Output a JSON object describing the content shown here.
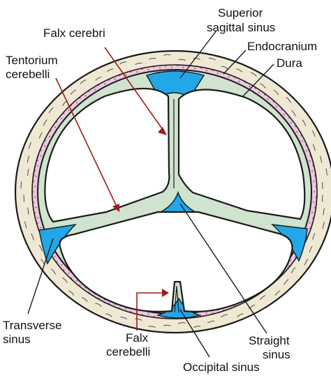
{
  "labels": {
    "superior_sagittal_sinus": [
      "Superior",
      "sagittal sinus"
    ],
    "falx_cerebri": "Falx cerebri",
    "endocranium": "Endocranium",
    "dura": "Dura",
    "tentorium_cerebelli": [
      "Tentorium",
      "cerebelli"
    ],
    "transverse_sinus": [
      "Transverse",
      "sinus"
    ],
    "falx_cerebelli": [
      "Falx",
      "cerebelli"
    ],
    "straight_sinus": [
      "Straight",
      "sinus"
    ],
    "occipital_sinus": "Occipital sinus"
  },
  "colors": {
    "skull": "#efe9d4",
    "endocranium": "#ecc8df",
    "dura": "#cfe3cf",
    "sinus": "#22a7e8",
    "pointer": "#9e1b1b",
    "text": "#111111"
  }
}
